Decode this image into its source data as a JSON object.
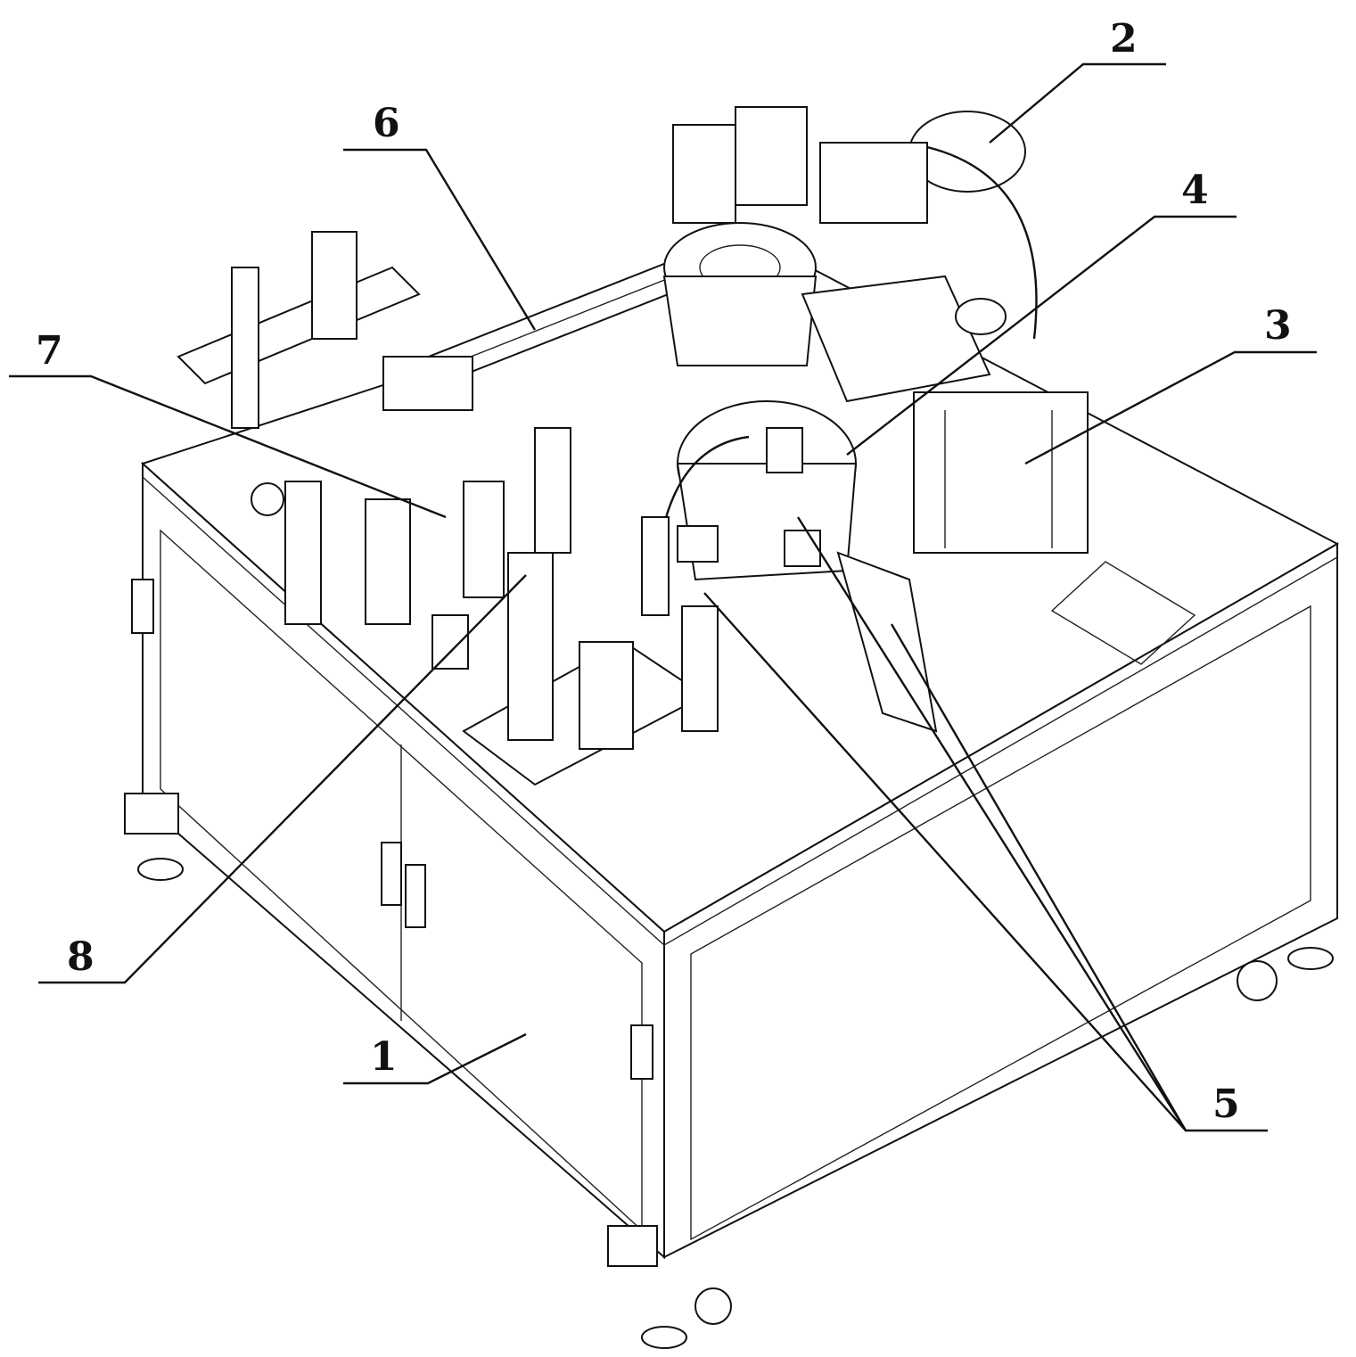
{
  "figure": {
    "labels": [
      {
        "id": "1",
        "text": "1"
      },
      {
        "id": "2",
        "text": "2"
      },
      {
        "id": "3",
        "text": "3"
      },
      {
        "id": "4",
        "text": "4"
      },
      {
        "id": "5",
        "text": "5"
      },
      {
        "id": "6",
        "text": "6"
      },
      {
        "id": "7",
        "text": "7"
      },
      {
        "id": "8",
        "text": "8"
      }
    ]
  }
}
